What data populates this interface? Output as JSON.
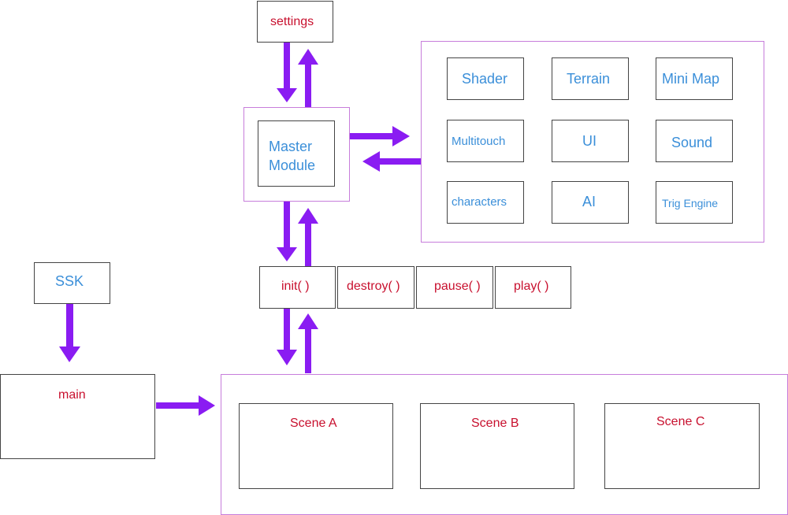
{
  "colors": {
    "red_text": "#c8102e",
    "blue_text": "#3b8fd9",
    "arrow": "#8a1cf2",
    "container_border": "#c77ddb"
  },
  "settings": "settings",
  "master": {
    "line1": "Master",
    "line2": "Module"
  },
  "modules": [
    "Shader",
    "Terrain",
    "Mini Map",
    "Multitouch",
    "UI",
    "Sound",
    "characters",
    "AI",
    "Trig Engine"
  ],
  "lifecycle": [
    "init( )",
    "destroy( )",
    "pause( )",
    "play( )"
  ],
  "ssk": "SSK",
  "main": "main",
  "scenes": [
    "Scene A",
    "Scene B",
    "Scene C"
  ]
}
